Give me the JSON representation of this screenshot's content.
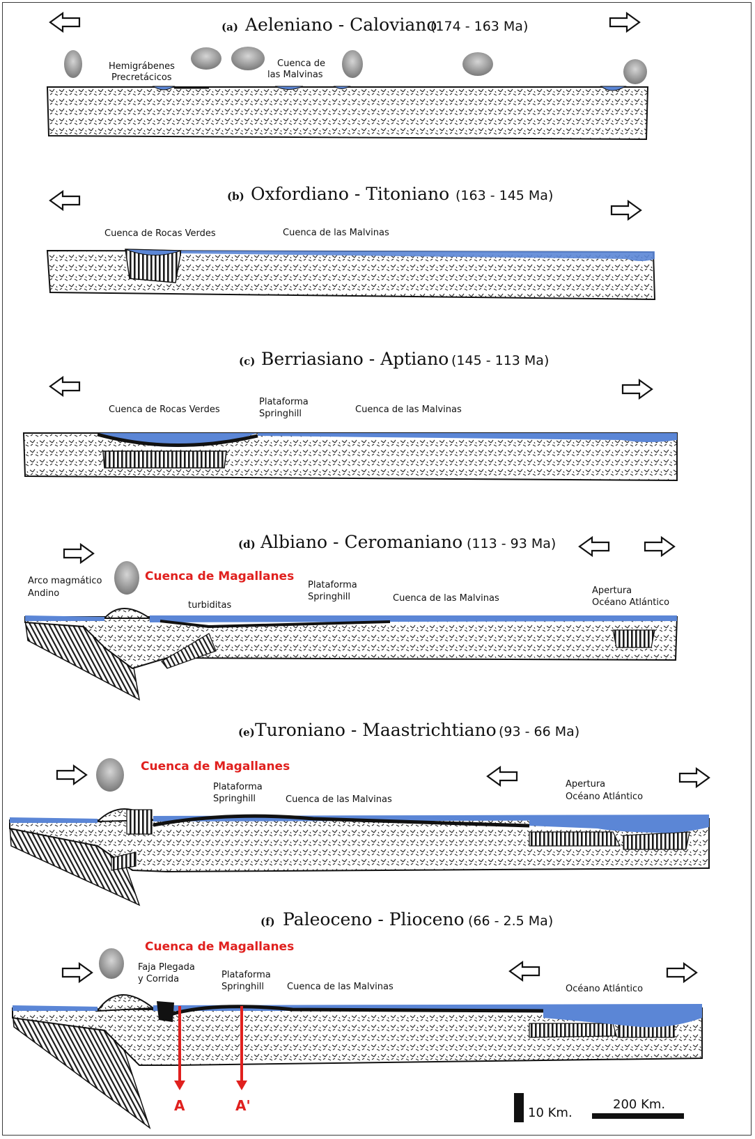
{
  "colors": {
    "water": "#5b86d6",
    "emphasis": "#e0201e",
    "outline": "#1a1a1a"
  },
  "panels": [
    {
      "tag": "(a)",
      "title": "Aeleniano - Caloviano",
      "age": "(174 - 163 Ma)",
      "labels": [
        {
          "lines": [
            "Hemigrábenes",
            "Precretácicos"
          ]
        },
        {
          "lines": [
            "Cuenca de",
            "las Malvinas"
          ]
        }
      ],
      "arrows": [
        "arrow-left",
        "arrow-right"
      ]
    },
    {
      "tag": "(b)",
      "title": "Oxfordiano - Titoniano",
      "age": "(163 - 145 Ma)",
      "labels": [
        {
          "lines": [
            "Cuenca de Rocas Verdes"
          ]
        },
        {
          "lines": [
            "Cuenca de las Malvinas"
          ]
        }
      ],
      "arrows": [
        "arrow-left",
        "arrow-right"
      ]
    },
    {
      "tag": "(c)",
      "title": "Berriasiano - Aptiano",
      "age": "(145 - 113 Ma)",
      "labels": [
        {
          "lines": [
            "Cuenca de Rocas Verdes"
          ]
        },
        {
          "lines": [
            "Plataforma",
            "Springhill"
          ]
        },
        {
          "lines": [
            "Cuenca de las Malvinas"
          ]
        }
      ],
      "arrows": [
        "arrow-left",
        "arrow-right"
      ]
    },
    {
      "tag": "(d)",
      "title": "Albiano - Ceromaniano",
      "age": "(113 - 93 Ma)",
      "labels": [
        {
          "lines": [
            "Arco magmático",
            "Andino"
          ]
        },
        {
          "lines": [
            "turbiditas"
          ]
        },
        {
          "lines": [
            "Plataforma",
            "Springhill"
          ]
        },
        {
          "lines": [
            "Cuenca de las Malvinas"
          ]
        },
        {
          "lines": [
            "Apertura",
            "Océano Atlántico"
          ]
        }
      ],
      "red_label": "Cuenca de Magallanes",
      "arrows": [
        "arrow-right",
        "arrow-left",
        "arrow-right"
      ]
    },
    {
      "tag": "(e)",
      "title": "Turoniano - Maastrichtiano",
      "age": "(93 - 66 Ma)",
      "labels": [
        {
          "lines": [
            "Plataforma",
            "Springhill"
          ]
        },
        {
          "lines": [
            "Cuenca de las Malvinas"
          ]
        },
        {
          "lines": [
            "Apertura",
            "Océano Atlántico"
          ]
        }
      ],
      "red_label": "Cuenca de Magallanes",
      "arrows": [
        "arrow-right",
        "arrow-left",
        "arrow-right"
      ]
    },
    {
      "tag": "(f)",
      "title": "Paleoceno - Plioceno",
      "age": "(66 - 2.5 Ma)",
      "labels": [
        {
          "lines": [
            "Faja Plegada",
            "y Corrida"
          ]
        },
        {
          "lines": [
            "Plataforma",
            "Springhill"
          ]
        },
        {
          "lines": [
            "Cuenca de las Malvinas"
          ]
        },
        {
          "lines": [
            "Océano Atlántico"
          ]
        }
      ],
      "red_label": "Cuenca de Magallanes",
      "arrows": [
        "arrow-right",
        "arrow-left",
        "arrow-right"
      ]
    }
  ],
  "section_markers": [
    "A",
    "A'"
  ],
  "scale": {
    "vertical": "10 Km.",
    "horizontal": "200 Km."
  }
}
